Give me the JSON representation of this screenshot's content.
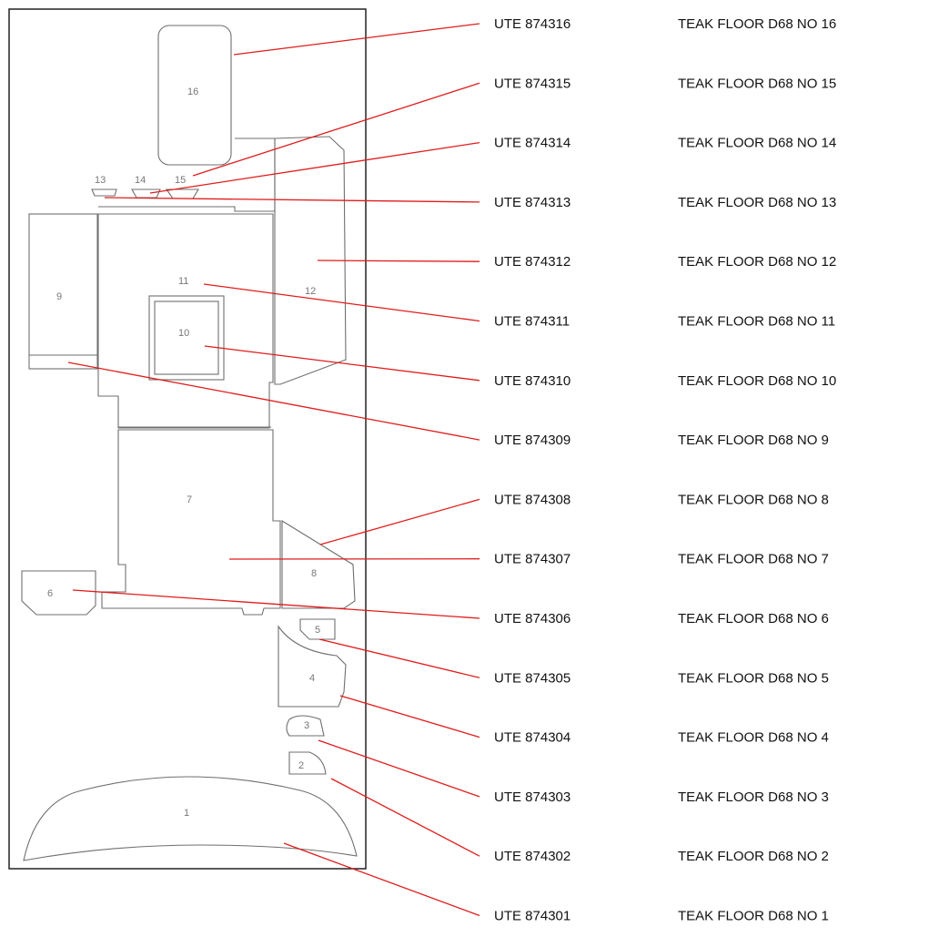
{
  "parts": [
    {
      "num": "16",
      "code": "UTE 874316",
      "desc": "TEAK FLOOR D68 NO 16"
    },
    {
      "num": "15",
      "code": "UTE 874315",
      "desc": "TEAK FLOOR D68 NO 15"
    },
    {
      "num": "14",
      "code": "UTE 874314",
      "desc": "TEAK FLOOR D68 NO 14"
    },
    {
      "num": "13",
      "code": "UTE 874313",
      "desc": "TEAK FLOOR D68 NO 13"
    },
    {
      "num": "12",
      "code": "UTE 874312",
      "desc": "TEAK FLOOR D68 NO 12"
    },
    {
      "num": "11",
      "code": "UTE 874311",
      "desc": "TEAK FLOOR D68 NO 11"
    },
    {
      "num": "10",
      "code": "UTE 874310",
      "desc": "TEAK FLOOR D68 NO 10"
    },
    {
      "num": "9",
      "code": "UTE 874309",
      "desc": "TEAK FLOOR D68 NO 9"
    },
    {
      "num": "8",
      "code": "UTE 874308",
      "desc": "TEAK FLOOR D68 NO 8"
    },
    {
      "num": "7",
      "code": "UTE 874307",
      "desc": "TEAK FLOOR D68 NO 7"
    },
    {
      "num": "6",
      "code": "UTE 874306",
      "desc": "TEAK FLOOR D68 NO 6"
    },
    {
      "num": "5",
      "code": "UTE 874305",
      "desc": "TEAK FLOOR D68 NO 5"
    },
    {
      "num": "4",
      "code": "UTE 874304",
      "desc": "TEAK FLOOR D68 NO 4"
    },
    {
      "num": "3",
      "code": "UTE 874303",
      "desc": "TEAK FLOOR D68 NO 3"
    },
    {
      "num": "2",
      "code": "UTE 874302",
      "desc": "TEAK FLOOR D68 NO 2"
    },
    {
      "num": "1",
      "code": "UTE 874301",
      "desc": "TEAK FLOOR D68 NO 1"
    }
  ],
  "colors": {
    "leader": "#e11c1c",
    "outline": "#6f6f6f",
    "frame": "#222222"
  }
}
